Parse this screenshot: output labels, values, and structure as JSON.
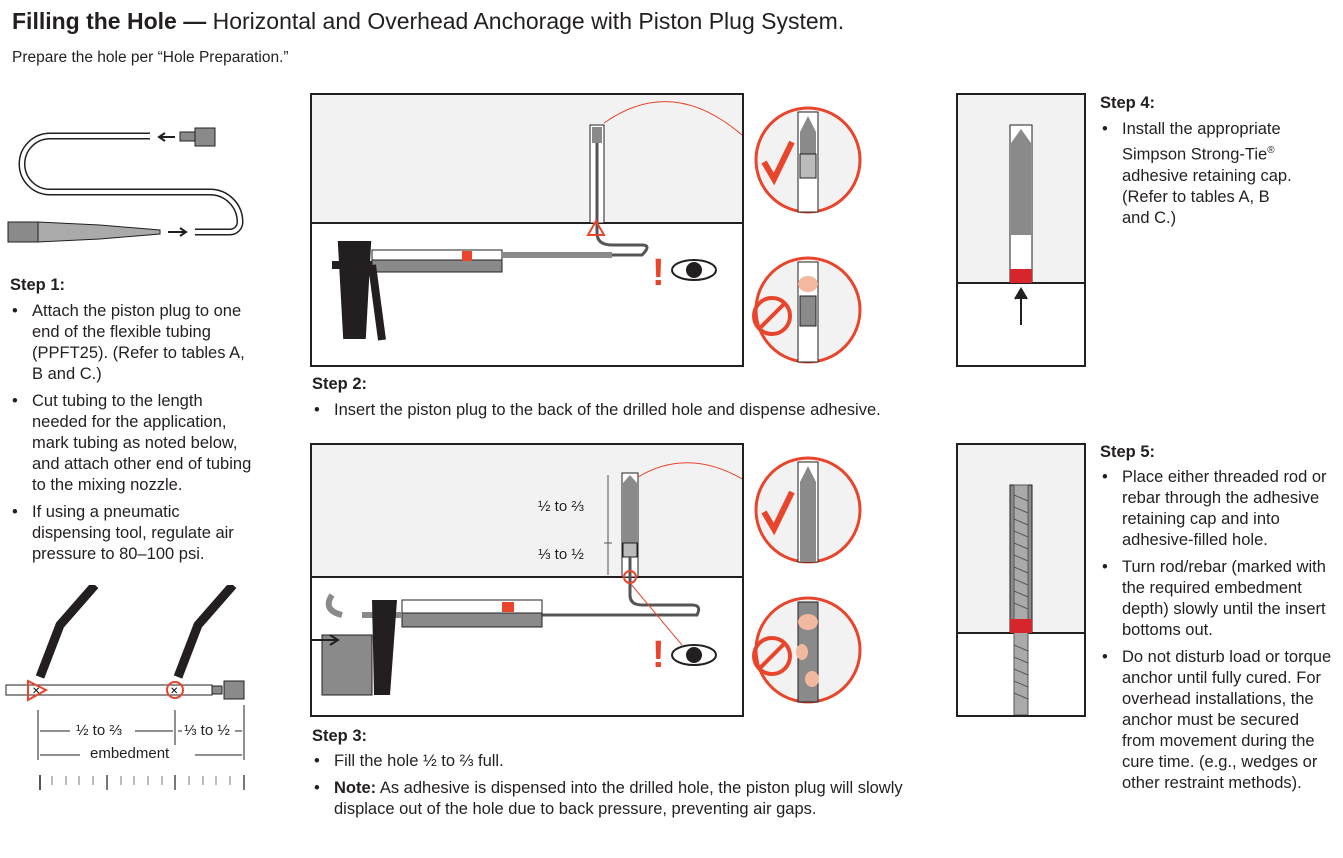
{
  "header": {
    "title_bold": "Filling the Hole —",
    "title_rest": "Horizontal and Overhead Anchorage with Piston Plug System.",
    "subtitle": "Prepare the hole per “Hole Preparation.”"
  },
  "step1": {
    "heading": "Step 1:",
    "bullets": [
      "Attach the piston plug to one end of the flexible tubing (PPFT25). (Refer to tables A, B and C.)",
      "Cut tubing to the length needed for the application, mark tubing as noted below, and attach other end of tubing to the mixing nozzle.",
      "If using a pneumatic dispensing tool, regulate air pressure to 80–100 psi."
    ]
  },
  "marking": {
    "first": "½ to ⅔",
    "second": "⅓ to ½",
    "total": "embedment"
  },
  "step2": {
    "heading": "Step 2:",
    "bullets": [
      "Insert the piston plug to the back of the drilled hole and dispense adhesive."
    ]
  },
  "step3": {
    "heading": "Step 3:",
    "bullets": [
      "Fill the hole ½ to ⅔ full."
    ],
    "note_label": "Note:",
    "note_text": " As adhesive is dispensed into the drilled hole, the piston plug will slowly displace out of the hole due to back pressure, preventing air gaps.",
    "dim_upper": "½ to ⅔",
    "dim_lower": "⅓ to ½"
  },
  "step4": {
    "heading": "Step 4:",
    "bullet_a": "Install the appropriate Simpson Strong-Tie",
    "reg": "®",
    "bullet_b": " adhesive retaining cap. (Refer to tables A, B and C.)"
  },
  "step5": {
    "heading": "Step 5:",
    "bullets": [
      "Place either threaded rod or rebar through the adhesive retaining cap and into adhesive-filled hole.",
      "Turn rod/rebar (marked with the required embedment depth) slowly until the insert bottoms out.",
      "Do not disturb load or torque anchor until fully cured. For overhead installations, the anchor must be secured from movement during the cure time. (e.g., wedges or other restraint methods)."
    ]
  },
  "colors": {
    "accent": "#e8452c",
    "concrete": "#f2f2f2",
    "steel": "#8a8a8a"
  }
}
